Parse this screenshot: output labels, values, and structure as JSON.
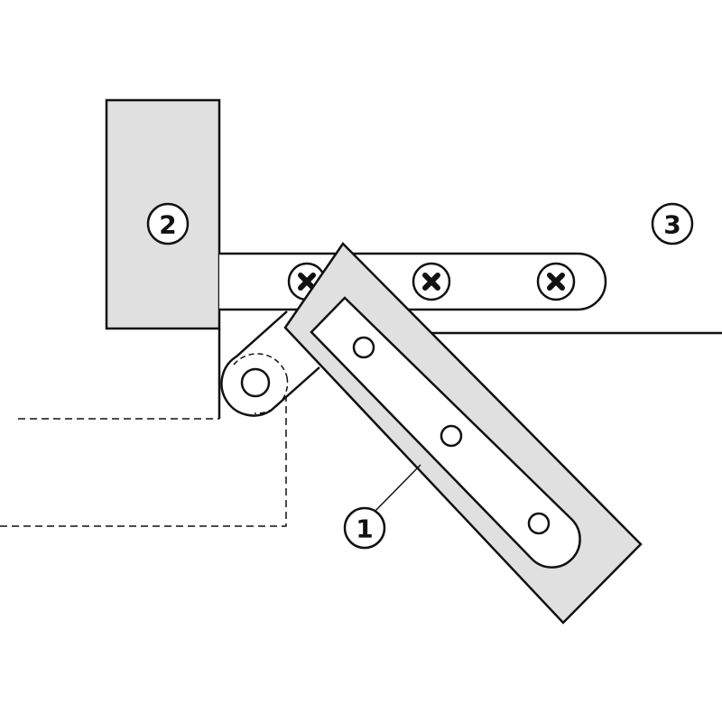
{
  "diagram": {
    "colors": {
      "line": "#111111",
      "panel_fill": "#e0e0e0",
      "background": "#ffffff"
    },
    "callouts": {
      "pivot_hinge": "1",
      "side_panel": "2",
      "door": "3"
    },
    "icons": {
      "screw": "cross-head-screw-icon",
      "hole": "mounting-hole-icon"
    }
  }
}
